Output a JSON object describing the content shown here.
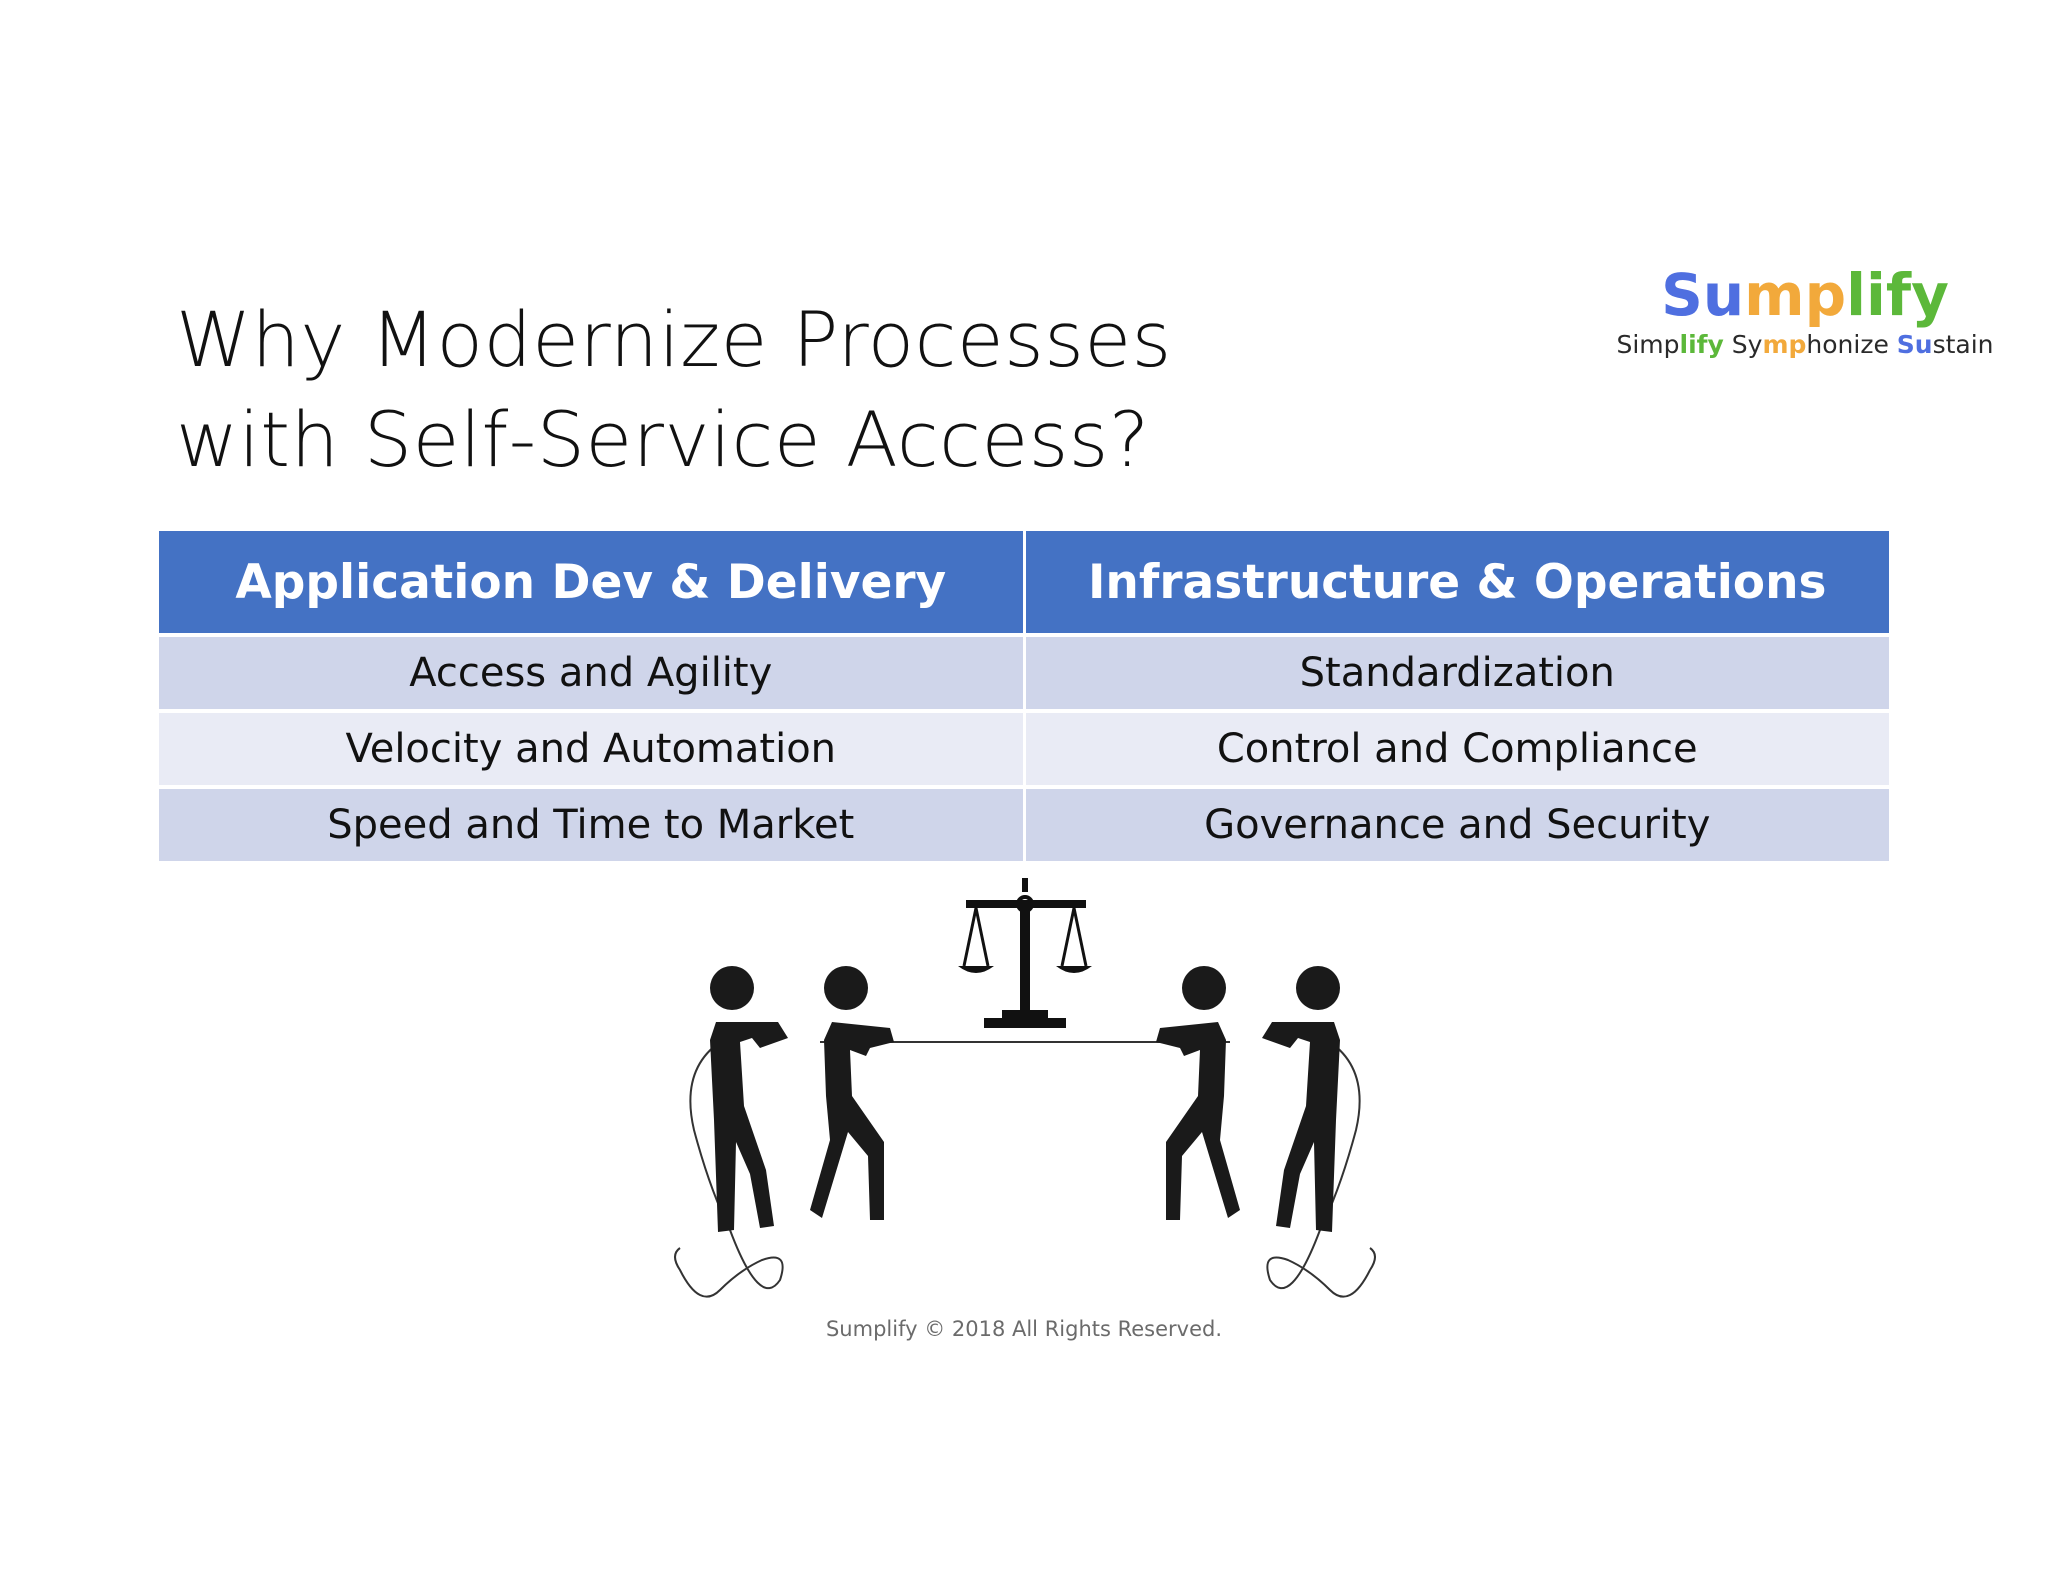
{
  "slide": {
    "title_line1": "Why Modernize Processes",
    "title_line2": "with Self-Service Access?"
  },
  "logo": {
    "word_parts": [
      "Su",
      "mp",
      "lify"
    ],
    "tagline_parts": [
      "Simp",
      "lify",
      " Sy",
      "mp",
      "honize ",
      "Su",
      "stain"
    ],
    "colors": {
      "blue": "#4f6fe0",
      "orange": "#f2a93b",
      "green": "#5cb83a",
      "dark": "#2a2a2a"
    }
  },
  "table": {
    "headers": [
      "Application Dev & Delivery",
      "Infrastructure & Operations"
    ],
    "rows": [
      [
        "Access and Agility",
        "Standardization"
      ],
      [
        "Velocity and Automation",
        "Control and Compliance"
      ],
      [
        "Speed and Time to Market",
        "Governance and Security"
      ]
    ],
    "colors": {
      "header_bg": "#4472c4",
      "row_odd_bg": "#cfd5ea",
      "row_even_bg": "#e9ebf5"
    }
  },
  "illustration": {
    "icon": "tug-of-war-with-balance-scale-icon"
  },
  "footer": {
    "copyright": "Sumplify © 2018 All Rights Reserved."
  }
}
